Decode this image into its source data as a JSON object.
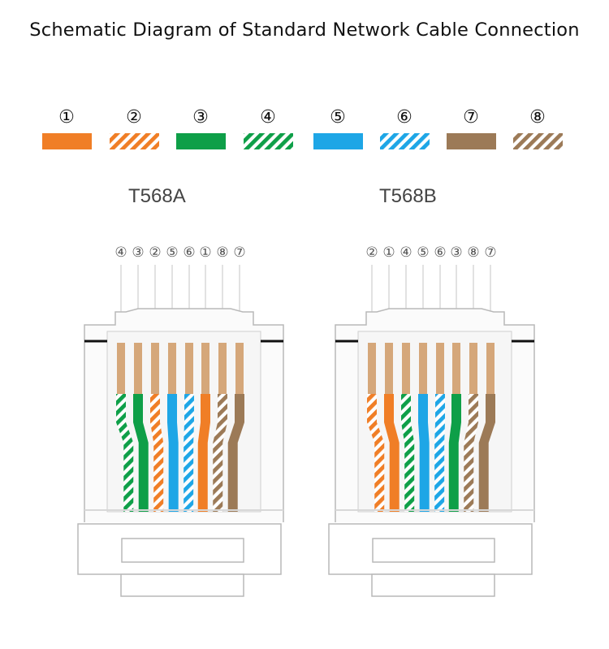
{
  "title": "Schematic Diagram of Standard Network Cable Connection",
  "legend": [
    {
      "num": "①",
      "color": "#F07E26",
      "striped": false
    },
    {
      "num": "②",
      "color": "#F07E26",
      "striped": true
    },
    {
      "num": "③",
      "color": "#0E9F48",
      "striped": false
    },
    {
      "num": "④",
      "color": "#0E9F48",
      "striped": true
    },
    {
      "num": "⑤",
      "color": "#1EA6E6",
      "striped": false
    },
    {
      "num": "⑥",
      "color": "#1EA6E6",
      "striped": true
    },
    {
      "num": "⑦",
      "color": "#9C7A57",
      "striped": false
    },
    {
      "num": "⑧",
      "color": "#9C7A57",
      "striped": true
    }
  ],
  "connectors": [
    {
      "label": "T568A",
      "order": [
        4,
        3,
        2,
        5,
        6,
        1,
        8,
        7
      ]
    },
    {
      "label": "T568B",
      "order": [
        2,
        1,
        4,
        5,
        6,
        3,
        8,
        7
      ]
    }
  ],
  "colors": {
    "outline": "#b9b9b9",
    "housing_fill": "#f6f6f6",
    "contact": "#D5A77A",
    "text": "#111111",
    "label": "#444444"
  }
}
